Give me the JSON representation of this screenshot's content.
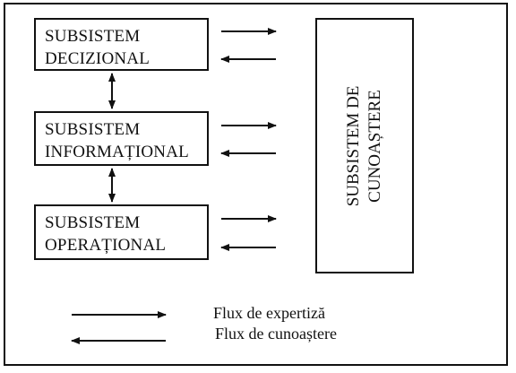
{
  "subsystems": [
    {
      "id": "decizional",
      "line1": "SUBSISTEM",
      "line2": "DECIZIONAL"
    },
    {
      "id": "informational",
      "line1": "SUBSISTEM",
      "line2": "INFORMAȚIONAL"
    },
    {
      "id": "operational",
      "line1": "SUBSISTEM",
      "line2": "OPERAȚIONAL"
    }
  ],
  "knowledge_subsystem": {
    "line1": "SUBSISTEM DE",
    "line2": "CUNOAȘTERE"
  },
  "legend": {
    "expertise_flow": "Flux de expertiză",
    "knowledge_flow": "Flux de cunoaștere"
  },
  "colors": {
    "line": "#111111",
    "background": "#ffffff"
  }
}
